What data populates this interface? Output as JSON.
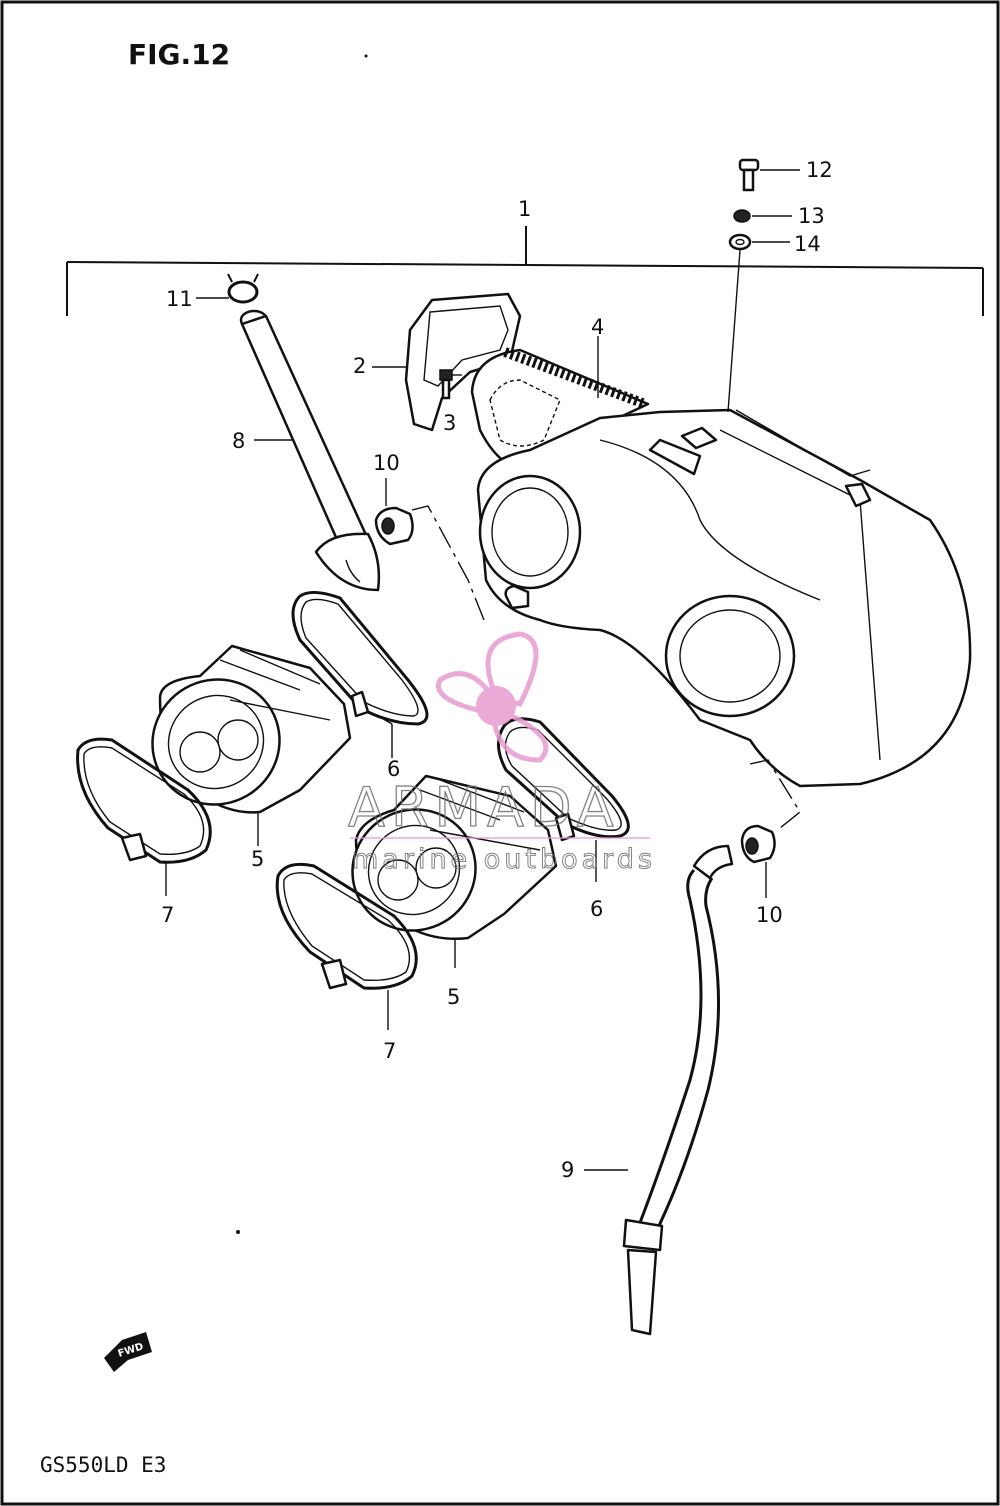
{
  "figure": {
    "title": "FIG.12",
    "model": "GS550LD E3"
  },
  "callouts": [
    "1",
    "2",
    "3",
    "4",
    "5",
    "5",
    "6",
    "6",
    "7",
    "7",
    "8",
    "9",
    "10",
    "10",
    "11",
    "12",
    "13",
    "14"
  ],
  "fwd_arrow": {
    "label": "FWD",
    "icon": "forward-arrow-icon"
  },
  "watermark": {
    "brand": "ARMADA",
    "tagline": "marine outboards",
    "logo_color": "#e79bcf",
    "icon": "propeller-icon"
  }
}
